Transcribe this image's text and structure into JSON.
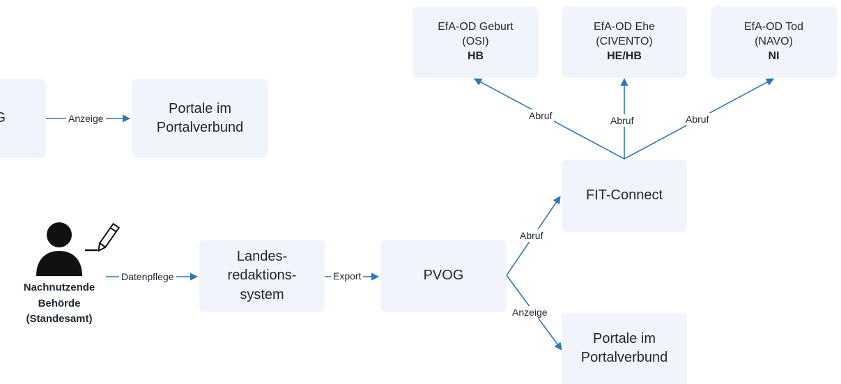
{
  "colors": {
    "box_fill": "#f1f5fb",
    "arrow": "#2f76b8",
    "text": "#1f2430"
  },
  "boxes": {
    "partial_top_left": "G",
    "portale_top": [
      "Portale im",
      "Portalverbund"
    ],
    "landes": [
      "Landes-",
      "redaktions-",
      "system"
    ],
    "pvog": "PVOG",
    "fit": "FIT-Connect",
    "portale_bottom": [
      "Portale im",
      "Portalverbund"
    ],
    "efa_geburt": [
      "EfA-OD Geburt",
      "(OSI)",
      "HB"
    ],
    "efa_ehe": [
      "EfA-OD Ehe",
      "(CIVENTO)",
      "HE/HB"
    ],
    "efa_tod": [
      "EfA-OD Tod",
      "(NAVO)",
      "NI"
    ]
  },
  "actor": {
    "icon": "person-edit-icon",
    "name_lines": [
      "Nachnutzende",
      "Behörde",
      "(Standesamt)"
    ]
  },
  "edge_labels": {
    "anzeige_top": "Anzeige",
    "datenpflege": "Datenpflege",
    "export": "Export",
    "abruf_fit": "Abruf",
    "anzeige_bottom": "Anzeige",
    "abruf_geburt": "Abruf",
    "abruf_ehe": "Abruf",
    "abruf_tod": "Abruf"
  }
}
